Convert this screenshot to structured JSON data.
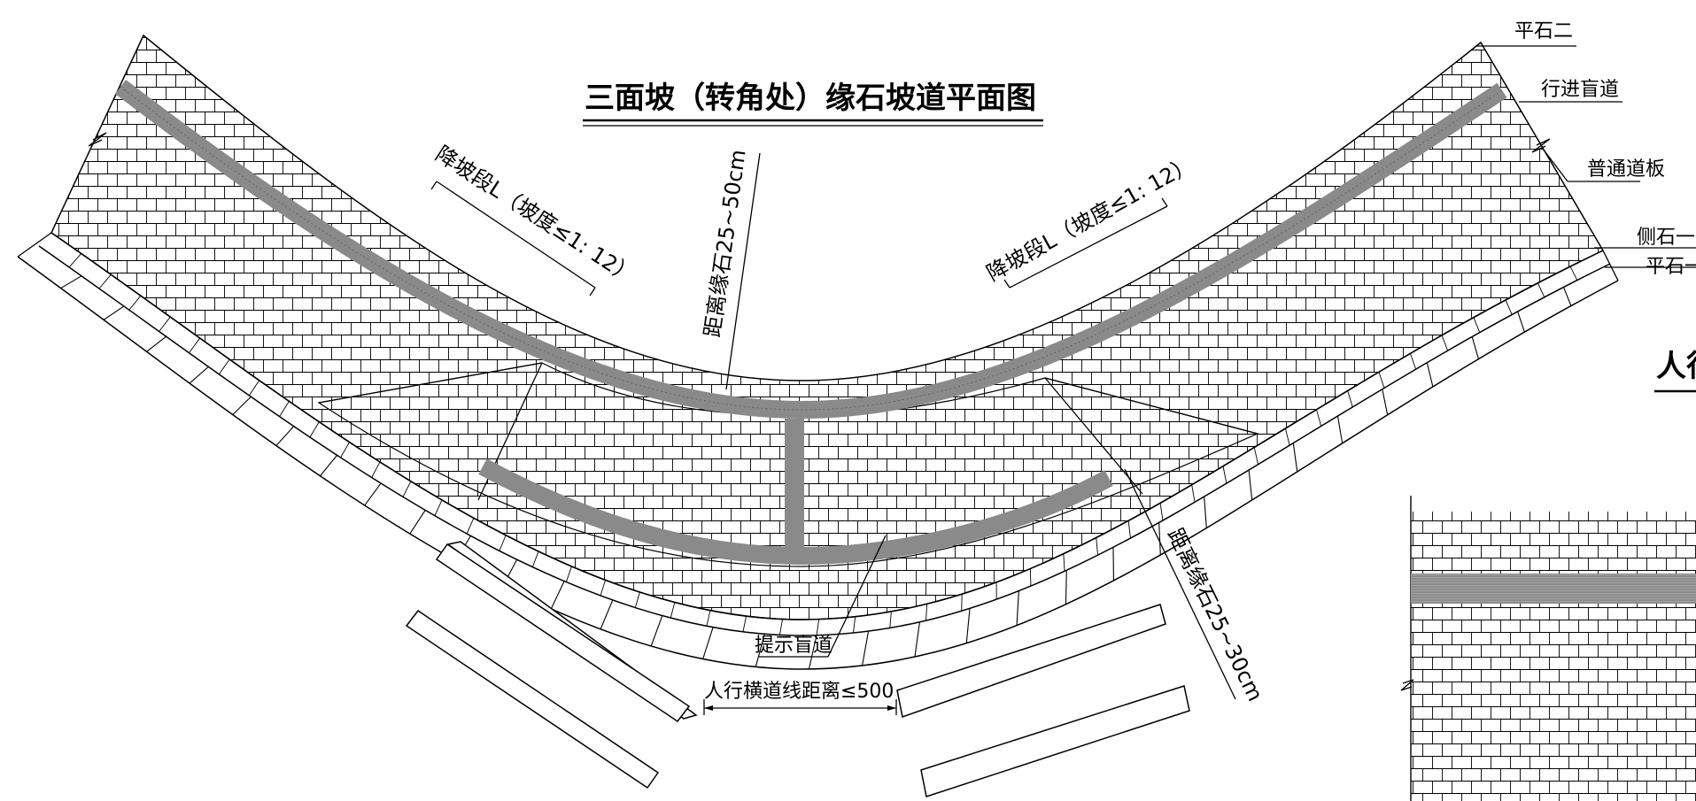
{
  "title": "三面坡（转角处）缘石坡道平面图",
  "title_partial_right": "人行",
  "labels": {
    "flat_stone_2": "平石二",
    "guide_tactile": "行进盲道",
    "paving": "普通道板",
    "side_stone_1": "侧石一",
    "flat_stone_1": "平石一",
    "slope_left": "降坡段L（坡度≤1: 12）",
    "slope_right": "降坡段L（坡度≤1: 12）",
    "dist_top": "距离缘石25~50cm",
    "dist_right": "距离缘石25~30cm",
    "warning_tactile": "提示盲道",
    "crosswalk_dist": "人行横道线距离≤500"
  },
  "colors": {
    "line": "#000000",
    "tactile": "#8a8a8a",
    "background": "#ffffff"
  }
}
